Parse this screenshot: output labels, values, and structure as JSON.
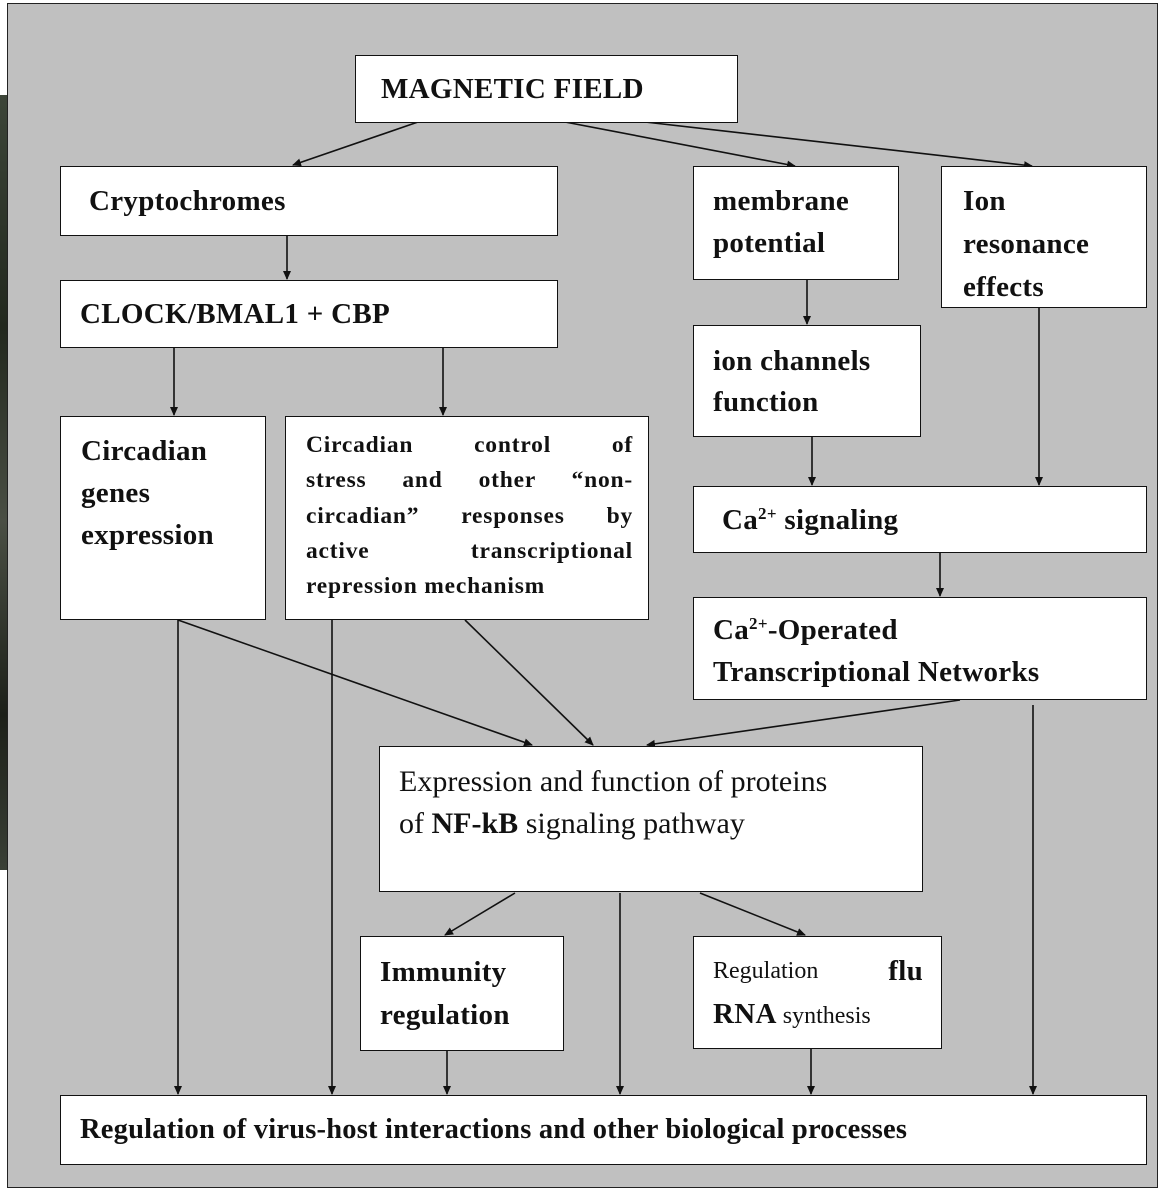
{
  "nodes": {
    "magnetic_field": "MAGNETIC FIELD",
    "cryptochromes": "Cryptochromes",
    "membrane_potential": [
      "membrane",
      "potential"
    ],
    "ion_resonance": [
      "Ion",
      "resonance",
      "effects"
    ],
    "clock": "CLOCK/BMAL1 + CBP",
    "ion_channels": [
      "ion channels",
      "function"
    ],
    "circadian_genes": [
      "Circadian",
      "genes",
      "expression"
    ],
    "circadian_control": [
      "Circadian control of",
      "stress and other “non-",
      "circadian” responses by",
      "active transcriptional",
      "repression mechanism"
    ],
    "ca_signaling": {
      "pre": "Ca",
      "sup": "2+",
      "post": " signaling"
    },
    "ca_operated": {
      "pre": "Ca",
      "sup": "2+",
      "post": "-Operated",
      "line2": "Transcriptional Networks"
    },
    "nfkb": {
      "line1": "Expression and function of proteins",
      "line2_pre": "of ",
      "line2_bold": "NF-kB",
      "line2_post": " signaling pathway"
    },
    "immunity": [
      "Immunity",
      "regulation"
    ],
    "flu_rna": {
      "regulation": "Regulation",
      "flu": "flu",
      "rna": "RNA",
      "synthesis": " synthesis"
    },
    "virus_host": "Regulation of virus-host interactions and other biological processes"
  }
}
